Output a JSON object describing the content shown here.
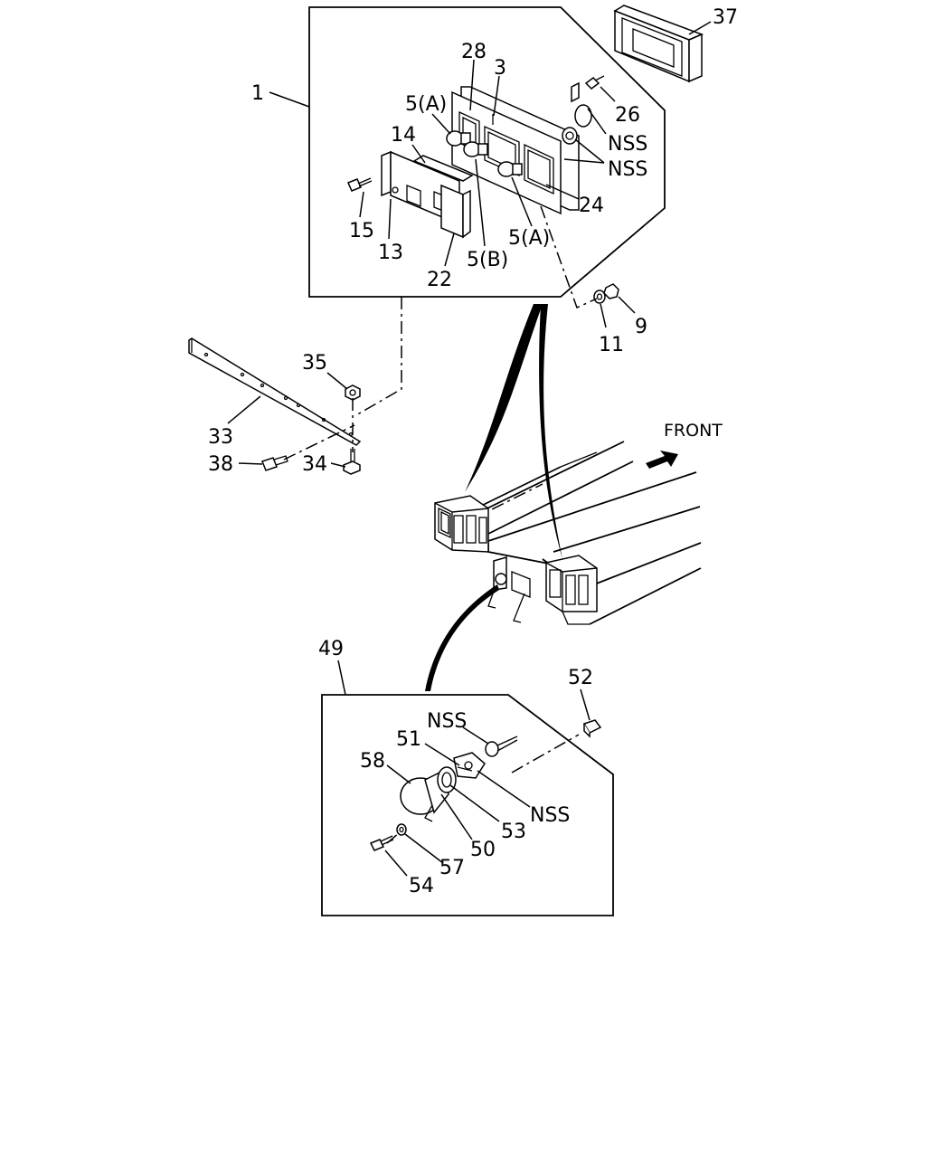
{
  "diagram": {
    "labels": {
      "p1": "1",
      "p3": "3",
      "p5a_top": "5(A)",
      "p5a_bottom": "5(A)",
      "p5b": "5(B)",
      "p9": "9",
      "p11": "11",
      "p13": "13",
      "p14": "14",
      "p15": "15",
      "p22": "22",
      "p24": "24",
      "p26": "26",
      "p28": "28",
      "p33": "33",
      "p34": "34",
      "p35": "35",
      "p37": "37",
      "p38": "38",
      "p49": "49",
      "p50": "50",
      "p51": "51",
      "p52": "52",
      "p53": "53",
      "p54": "54",
      "p57": "57",
      "p58": "58",
      "nss_1": "NSS",
      "nss_2": "NSS",
      "nss_3": "NSS",
      "nss_4": "NSS"
    },
    "front_label": "FRONT"
  }
}
